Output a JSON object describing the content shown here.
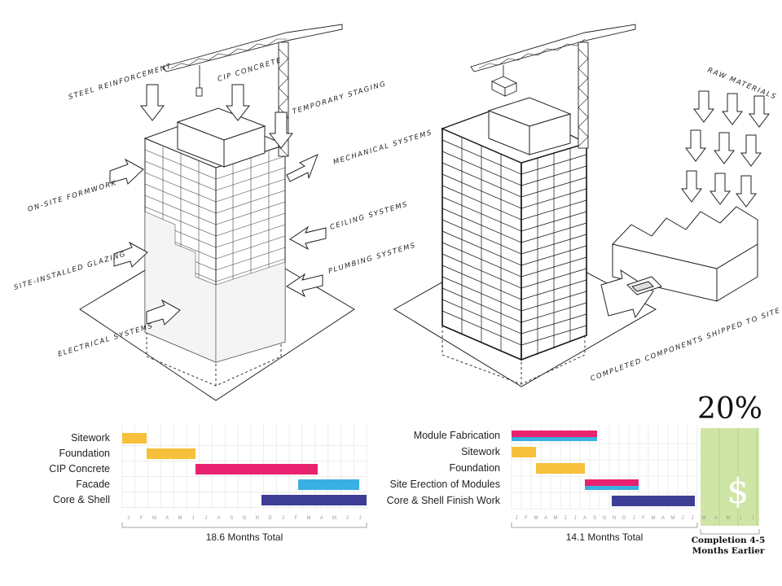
{
  "left_labels": {
    "steel_reinforcement": "STEEL REINFORCEMENT",
    "cip_concrete": "CIP CONCRETE",
    "temporary_staging": "TEMPORARY STAGING",
    "mechanical_systems": "MECHANICAL SYSTEMS",
    "on_site_formwork": "ON-SITE FORMWORK",
    "ceiling_systems": "CEILING SYSTEMS",
    "site_installed_glazing": "SITE-INSTALLED GLAZING",
    "plumbing_systems": "PLUMBING SYSTEMS",
    "electrical_systems": "ELECTRICAL SYSTEMS"
  },
  "right_labels": {
    "raw_materials": "RAW MATERIALS",
    "completed_components": "COMPLETED COMPONENTS SHIPPED TO SITE"
  },
  "colors": {
    "yellow": "#f7c03a",
    "magenta": "#e8226e",
    "cyan": "#3aafe4",
    "navy": "#3d3d96",
    "savings_green": "#cfe5a6"
  },
  "conventional_schedule": {
    "months": [
      "J",
      "F",
      "M",
      "A",
      "M",
      "J",
      "J",
      "A",
      "S",
      "O",
      "N",
      "D",
      "J",
      "F",
      "M",
      "A",
      "M",
      "J",
      "J"
    ],
    "tasks": [
      {
        "name": "Sitework",
        "start": 0,
        "end": 1,
        "color": "yellow"
      },
      {
        "name": "Foundation",
        "start": 1,
        "end": 3,
        "color": "yellow"
      },
      {
        "name": "CIP Concrete",
        "start": 3,
        "end": 8,
        "color": "magenta"
      },
      {
        "name": "Facade",
        "start": 7.2,
        "end": 9.7,
        "color": "cyan"
      },
      {
        "name": "Core & Shell",
        "start": 5.7,
        "end": 10,
        "color": "navy"
      }
    ],
    "total_label": "18.6 Months Total"
  },
  "modular_schedule": {
    "months": [
      "J",
      "F",
      "M",
      "A",
      "M",
      "J",
      "J",
      "A",
      "S",
      "O",
      "N",
      "D",
      "J",
      "F",
      "M",
      "A",
      "M",
      "J",
      "J"
    ],
    "tasks": [
      {
        "name": "Module Fabrication",
        "start": 0,
        "end": 7,
        "color": "magenta_cyan"
      },
      {
        "name": "Sitework",
        "start": 0,
        "end": 2,
        "color": "yellow"
      },
      {
        "name": "Foundation",
        "start": 2,
        "end": 6,
        "color": "yellow"
      },
      {
        "name": "Site Erection of Modules",
        "start": 6,
        "end": 10.4,
        "color": "magenta_cyan"
      },
      {
        "name": "Core & Shell Finish Work",
        "start": 8.2,
        "end": 15,
        "color": "navy"
      }
    ],
    "total_label": "14.1 Months Total"
  },
  "savings": {
    "percent": "20%",
    "symbol": "$",
    "months": [
      "M",
      "A",
      "M",
      "J",
      "J"
    ],
    "note_line1": "Completion 4-5",
    "note_line2": "Months Earlier"
  }
}
